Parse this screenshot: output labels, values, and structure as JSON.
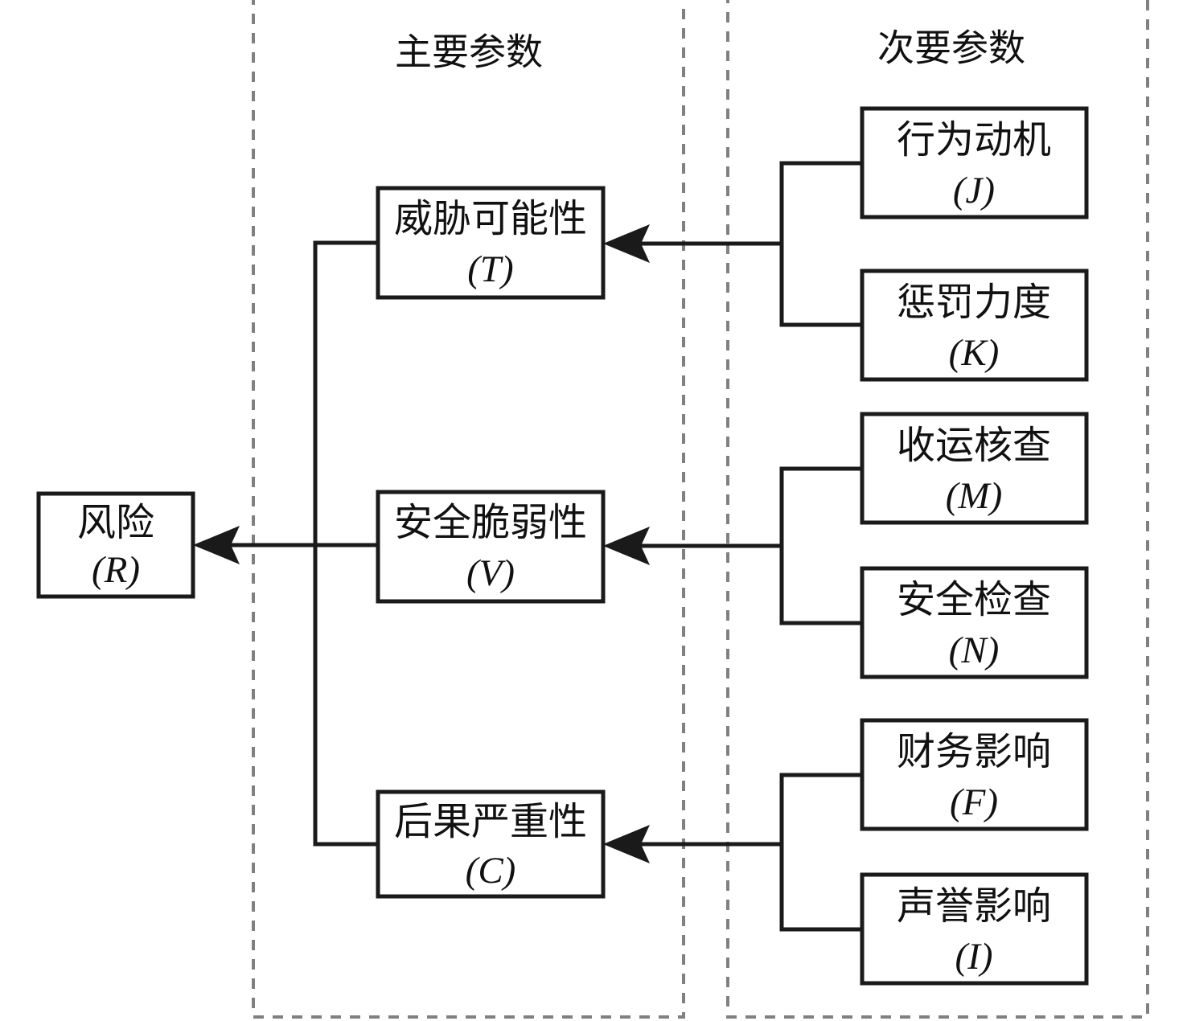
{
  "diagram": {
    "panels": [
      {
        "id": "primary",
        "title": "主要参数"
      },
      {
        "id": "secondary",
        "title": "次要参数"
      }
    ],
    "outcome": {
      "name_cn": "风险",
      "symbol": "(R)"
    },
    "primary_nodes": [
      {
        "id": "T",
        "name_cn": "威胁可能性",
        "symbol": "(T)"
      },
      {
        "id": "V",
        "name_cn": "安全脆弱性",
        "symbol": "(V)"
      },
      {
        "id": "C",
        "name_cn": "后果严重性",
        "symbol": "(C)"
      }
    ],
    "secondary_nodes": [
      {
        "id": "J",
        "name_cn": "行为动机",
        "symbol": "(J)",
        "feeds": "T"
      },
      {
        "id": "K",
        "name_cn": "惩罚力度",
        "symbol": "(K)",
        "feeds": "T"
      },
      {
        "id": "M",
        "name_cn": "收运核查",
        "symbol": "(M)",
        "feeds": "V"
      },
      {
        "id": "N",
        "name_cn": "安全检查",
        "symbol": "(N)",
        "feeds": "V"
      },
      {
        "id": "F",
        "name_cn": "财务影响",
        "symbol": "(F)",
        "feeds": "C"
      },
      {
        "id": "I",
        "name_cn": "声誉影响",
        "symbol": "(I)",
        "feeds": "C"
      }
    ],
    "colors": {
      "box_stroke": "#1a1a1a",
      "panel_stroke": "#808080",
      "text": "#111111",
      "background": "#ffffff"
    }
  }
}
